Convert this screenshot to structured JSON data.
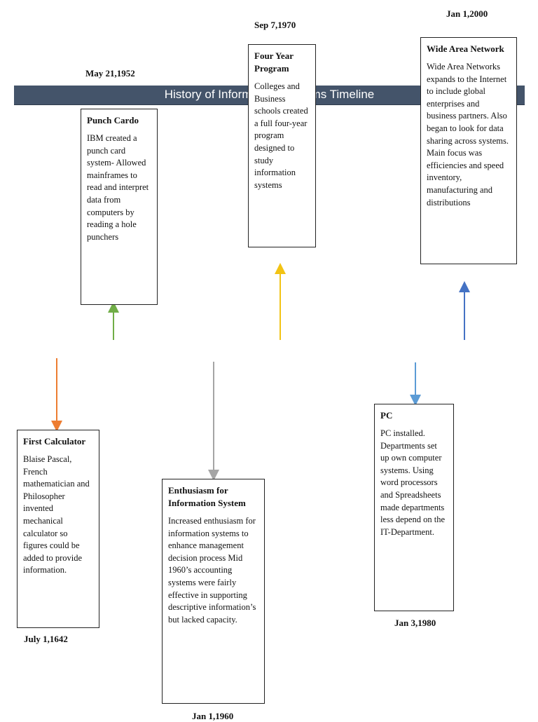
{
  "timeline": {
    "title": "History of Information Systems Timeline",
    "events": [
      {
        "id": "first-calculator",
        "date": "July 1,1642",
        "title": "First Calculator",
        "body": "Blaise Pascal, French mathematician and Philosopher invented mechanical calculator so figures could be added to provide information.",
        "arrow_color": "#ed7d31"
      },
      {
        "id": "punch-cardo",
        "date": "May 21,1952",
        "title": "Punch Cardo",
        "body": "IBM created a punch card system- Allowed mainframes to read and interpret data from computers by reading a hole punchers",
        "arrow_color": "#70ad47"
      },
      {
        "id": "enthusiasm",
        "date": "Jan 1,1960",
        "title": "Enthusiasm for Information System",
        "body": "Increased enthusiasm for information systems to enhance management decision process Mid 1960’s accounting systems were fairly effective in supporting descriptive information’s but lacked capacity.",
        "arrow_color": "#a5a5a5"
      },
      {
        "id": "four-year-program",
        "date": "Sep 7,1970",
        "title": "Four Year Program",
        "body": "Colleges and Business schools created a full four-year program designed to study information systems",
        "arrow_color": "#f2c314"
      },
      {
        "id": "pc",
        "date": "Jan 3,1980",
        "title": "PC",
        "body": "PC installed. Departments set up own computer systems. Using word processors and Spreadsheets made departments less depend on the IT-Department.",
        "arrow_color": "#5b9bd5"
      },
      {
        "id": "wide-area-network",
        "date": "Jan 1,2000",
        "title": "Wide Area Network",
        "body": "Wide Area Networks expands to the Internet to include global enterprises and business partners. Also began to look for data sharing across systems. Main focus was efficiencies and speed inventory, manufacturing and distributions",
        "arrow_color": "#4472c4"
      }
    ]
  }
}
